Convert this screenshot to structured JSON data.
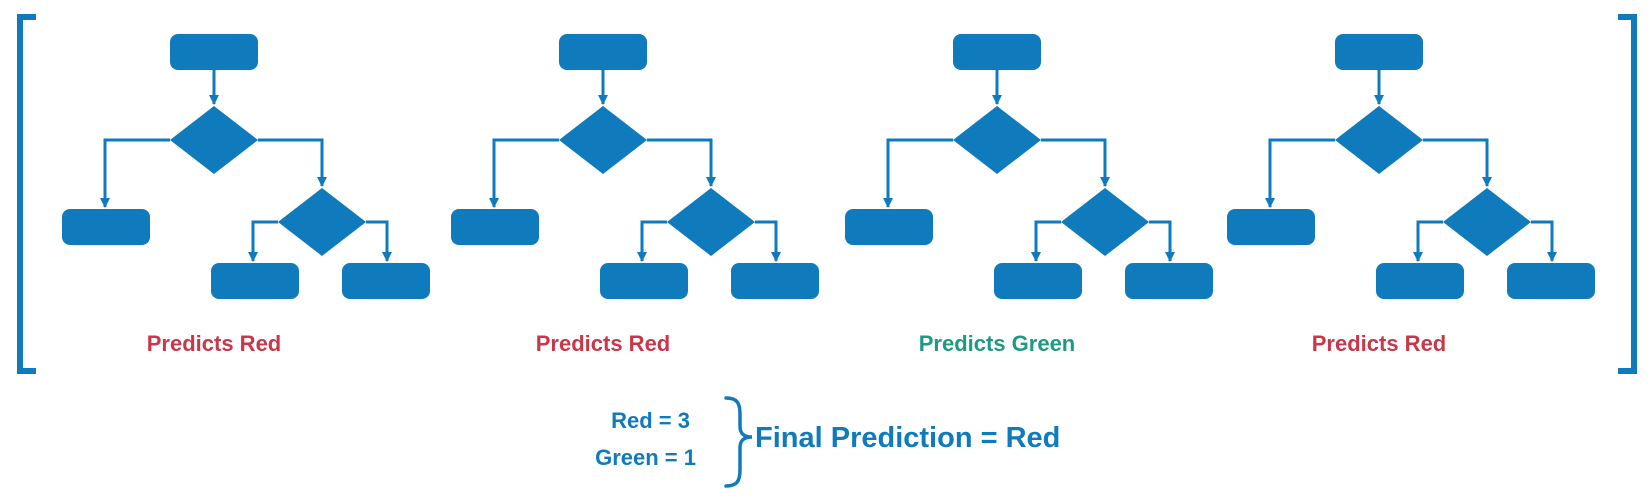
{
  "colors": {
    "node": "#0f7bbd",
    "line": "#0f7bbd",
    "red": "#c8374a",
    "green": "#1f9a80",
    "text": "#0f7bbd"
  },
  "trees": [
    {
      "prediction": "Predicts Red",
      "prediction_color": "red"
    },
    {
      "prediction": "Predicts Red",
      "prediction_color": "red"
    },
    {
      "prediction": "Predicts Green",
      "prediction_color": "green"
    },
    {
      "prediction": "Predicts Red",
      "prediction_color": "red"
    }
  ],
  "votes": {
    "red": "Red = 3",
    "green": "Green = 1"
  },
  "final": "Final Prediction = Red"
}
